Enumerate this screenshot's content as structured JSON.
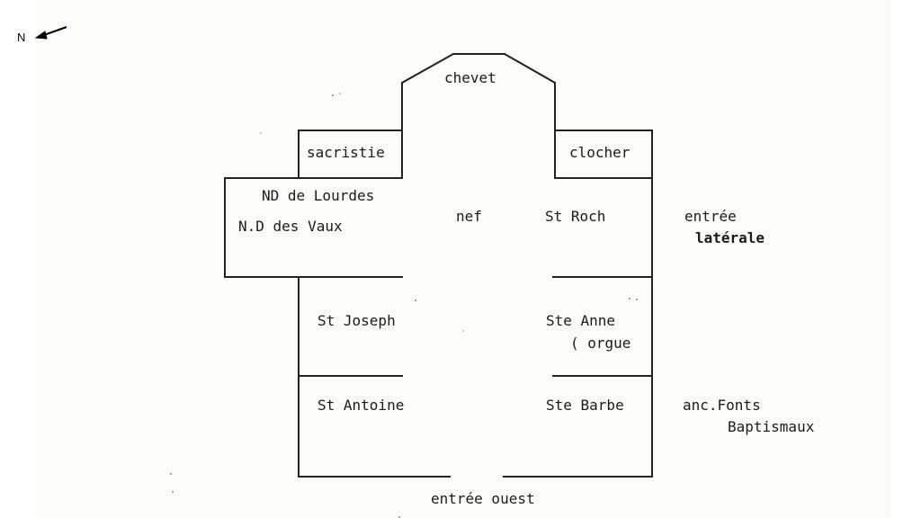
{
  "north": {
    "letter": "N"
  },
  "rooms": {
    "chevet": "chevet",
    "sacristie": "sacristie",
    "clocher": "clocher",
    "nd_lourdes": "ND de Lourdes",
    "nd_vaux": "N.D des Vaux",
    "nef": "nef",
    "st_roch": "St Roch",
    "st_joseph": "St Joseph",
    "ste_anne": "Ste Anne",
    "orgue": "( orgue",
    "st_antoine": "St Antoine",
    "ste_barbe": "Ste Barbe"
  },
  "exterior": {
    "entree_laterale_1": "entrée",
    "entree_laterale_2": "latérale",
    "fonts_1": "anc.Fonts",
    "fonts_2": "Baptismaux",
    "entree_ouest": "entrée ouest"
  }
}
